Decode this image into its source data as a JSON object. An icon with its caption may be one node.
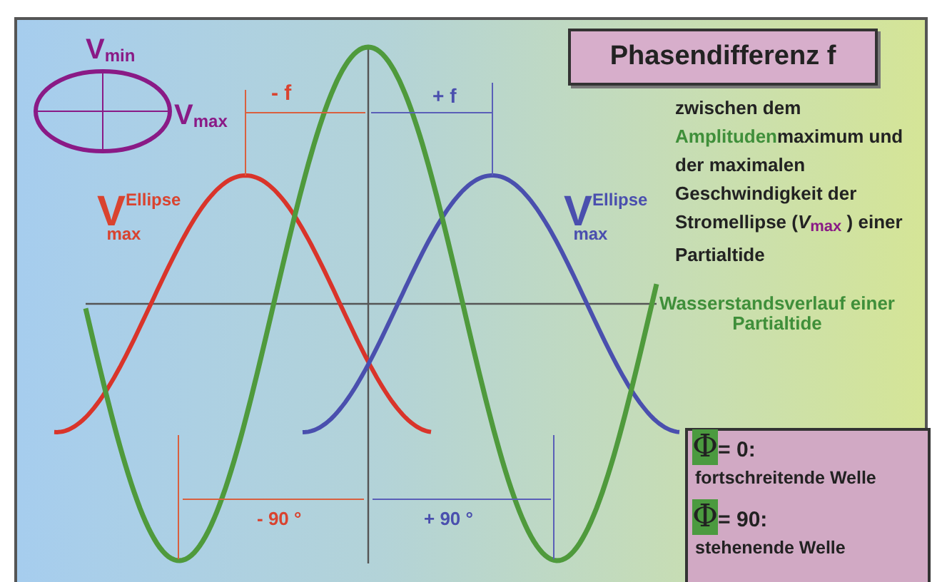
{
  "diagram": {
    "nodes": [
      {
        "text": [
          "Phasendifferenz f"
        ]
      },
      {
        "text": [
          "**Φ**= 0:",
          "fortschreitende Welle",
          "**Φ**= 90:",
          "stehenende Welle"
        ]
      }
    ],
    "labels": [
      "V$_{min}$",
      "V$_{max}$",
      "- f",
      "+ f",
      "V$^{Ellipse}$$_{max}$",
      "V$^{Ellipse}$$_{max}$",
      "zwischen dem **Amplituden**maximum und der maximalen Geschwindigkeit der Stromellipse (*V*$_{max}$ ) einer Partialtide",
      "Wasserstandsverlauf einer Partialtide",
      "- 90 °",
      "+ 90 °"
    ]
  }
}
